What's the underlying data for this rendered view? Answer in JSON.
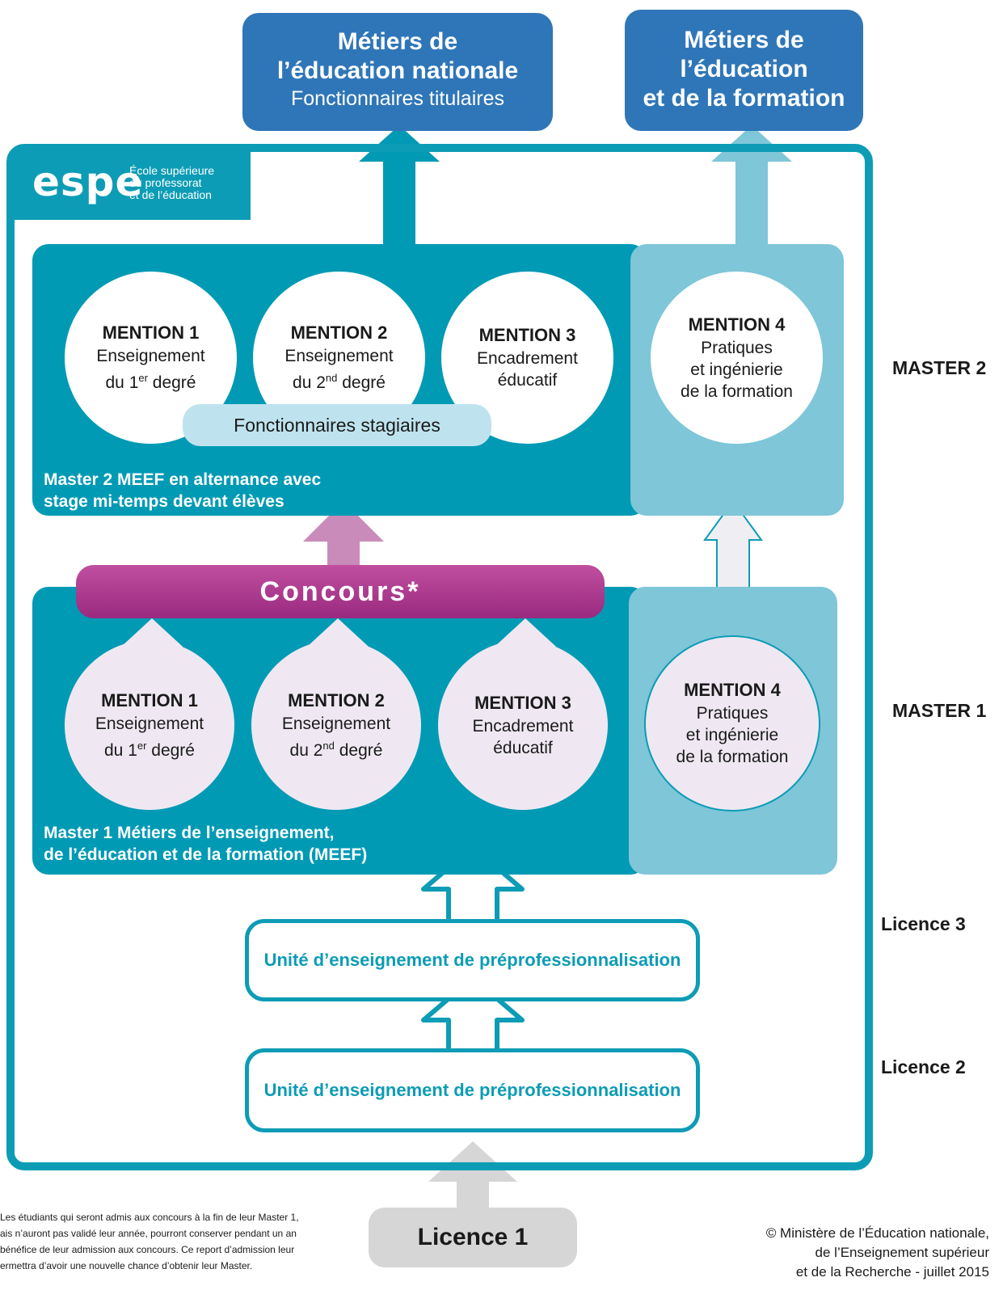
{
  "top_left_box": {
    "line1": "Métiers de",
    "line2": "l’éducation nationale",
    "line3": "Fonctionnaires titulaires"
  },
  "top_right_box": {
    "line1": "Métiers de l’éducation",
    "line2": "et de la formation"
  },
  "espe": {
    "logo": "espe",
    "line1": "École supérieure",
    "line2": "du professorat",
    "line3": "et de l’éducation"
  },
  "master2": {
    "level_label": "MASTER 2",
    "mentions": [
      {
        "title": "MENTION 1",
        "l1": "Enseignement",
        "l2a": "du 1",
        "sup": "er",
        "l2b": " degré"
      },
      {
        "title": "MENTION 2",
        "l1": "Enseignement",
        "l2a": "du 2",
        "sup": "nd",
        "l2b": " degré"
      },
      {
        "title": "MENTION 3",
        "l1": "Encadrement",
        "l2": "éducatif"
      },
      {
        "title": "MENTION 4",
        "l1": "Pratiques",
        "l2": "et ingénierie",
        "l3": "de la formation"
      }
    ],
    "stagiaires": "Fonctionnaires stagiaires",
    "caption1": "Master 2 MEEF en alternance avec",
    "caption2": "stage mi-temps devant élèves"
  },
  "concours": "Concours*",
  "master1": {
    "level_label": "MASTER 1",
    "mentions": [
      {
        "title": "MENTION 1",
        "l1": "Enseignement",
        "l2a": "du 1",
        "sup": "er",
        "l2b": " degré"
      },
      {
        "title": "MENTION 2",
        "l1": "Enseignement",
        "l2a": "du 2",
        "sup": "nd",
        "l2b": " degré"
      },
      {
        "title": "MENTION 3",
        "l1": "Encadrement",
        "l2": "éducatif"
      },
      {
        "title": "MENTION 4",
        "l1": "Pratiques",
        "l2": "et ingénierie",
        "l3": "de la formation"
      }
    ],
    "caption1": "Master 1 Métiers de l’enseignement,",
    "caption2": "de l’éducation et de  la formation (MEEF)"
  },
  "licence3": {
    "level_label": "Licence 3",
    "ue": "Unité d’enseignement de préprofessionnalisation"
  },
  "licence2": {
    "level_label": "Licence 2",
    "ue": "Unité d’enseignement de préprofessionnalisation"
  },
  "licence1": "Licence 1",
  "footnote": {
    "l1": "Les étudiants qui seront admis aux concours à la fin de leur Master 1,",
    "l2": "ais n’auront pas validé leur année, pourront conserver pendant un an",
    "l3": "bénéfice de leur admission aux concours. Ce report d’admission leur",
    "l4": "ermettra d’avoir une nouvelle chance d’obtenir leur Master."
  },
  "copyright": {
    "l1": "© Ministère de l’Éducation nationale,",
    "l2": "de l’Enseignement supérieur",
    "l3": "et de la Recherche - juillet 2015"
  },
  "colors": {
    "blue_box": "#2f76b8",
    "teal": "#0d9cb5",
    "teal_panel": "#009ab4",
    "light_teal": "#7ec6d8",
    "purple": "#9a2a7f",
    "lavender": "#efe8f2",
    "grey": "#d6d6d6"
  }
}
